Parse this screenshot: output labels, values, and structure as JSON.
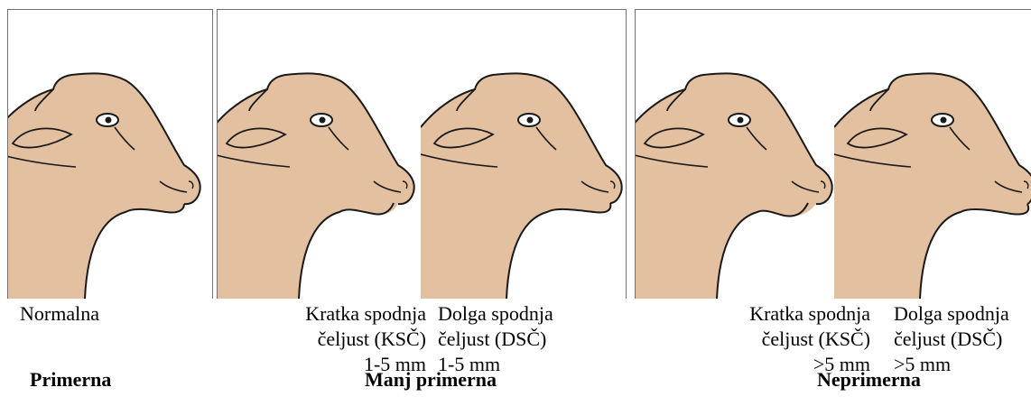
{
  "colors": {
    "head_fill": "#e3c0a0",
    "outline": "#1a1a1a",
    "frame": "#707070"
  },
  "panels": [
    {
      "group_label": "Primerna",
      "heads": [
        {
          "icon": "sheep-head-normal-icon",
          "lines": [
            "Normalna"
          ]
        }
      ]
    },
    {
      "group_label": "Manj primerna",
      "heads": [
        {
          "icon": "sheep-head-short-jaw-icon",
          "lines": [
            "Kratka spodnja",
            "čeljust (KSČ)",
            "1-5 mm"
          ]
        },
        {
          "icon": "sheep-head-long-jaw-icon",
          "lines": [
            "Dolga spodnja",
            "čeljust (DSČ)",
            "1-5 mm"
          ]
        }
      ]
    },
    {
      "group_label": "Neprimerna",
      "heads": [
        {
          "icon": "sheep-head-short-jaw-icon",
          "lines": [
            "Kratka spodnja",
            "čeljust (KSČ)",
            ">5 mm"
          ]
        },
        {
          "icon": "sheep-head-long-jaw-icon",
          "lines": [
            "Dolga spodnja",
            "čeljust (DSČ)",
            ">5 mm"
          ]
        }
      ]
    }
  ]
}
